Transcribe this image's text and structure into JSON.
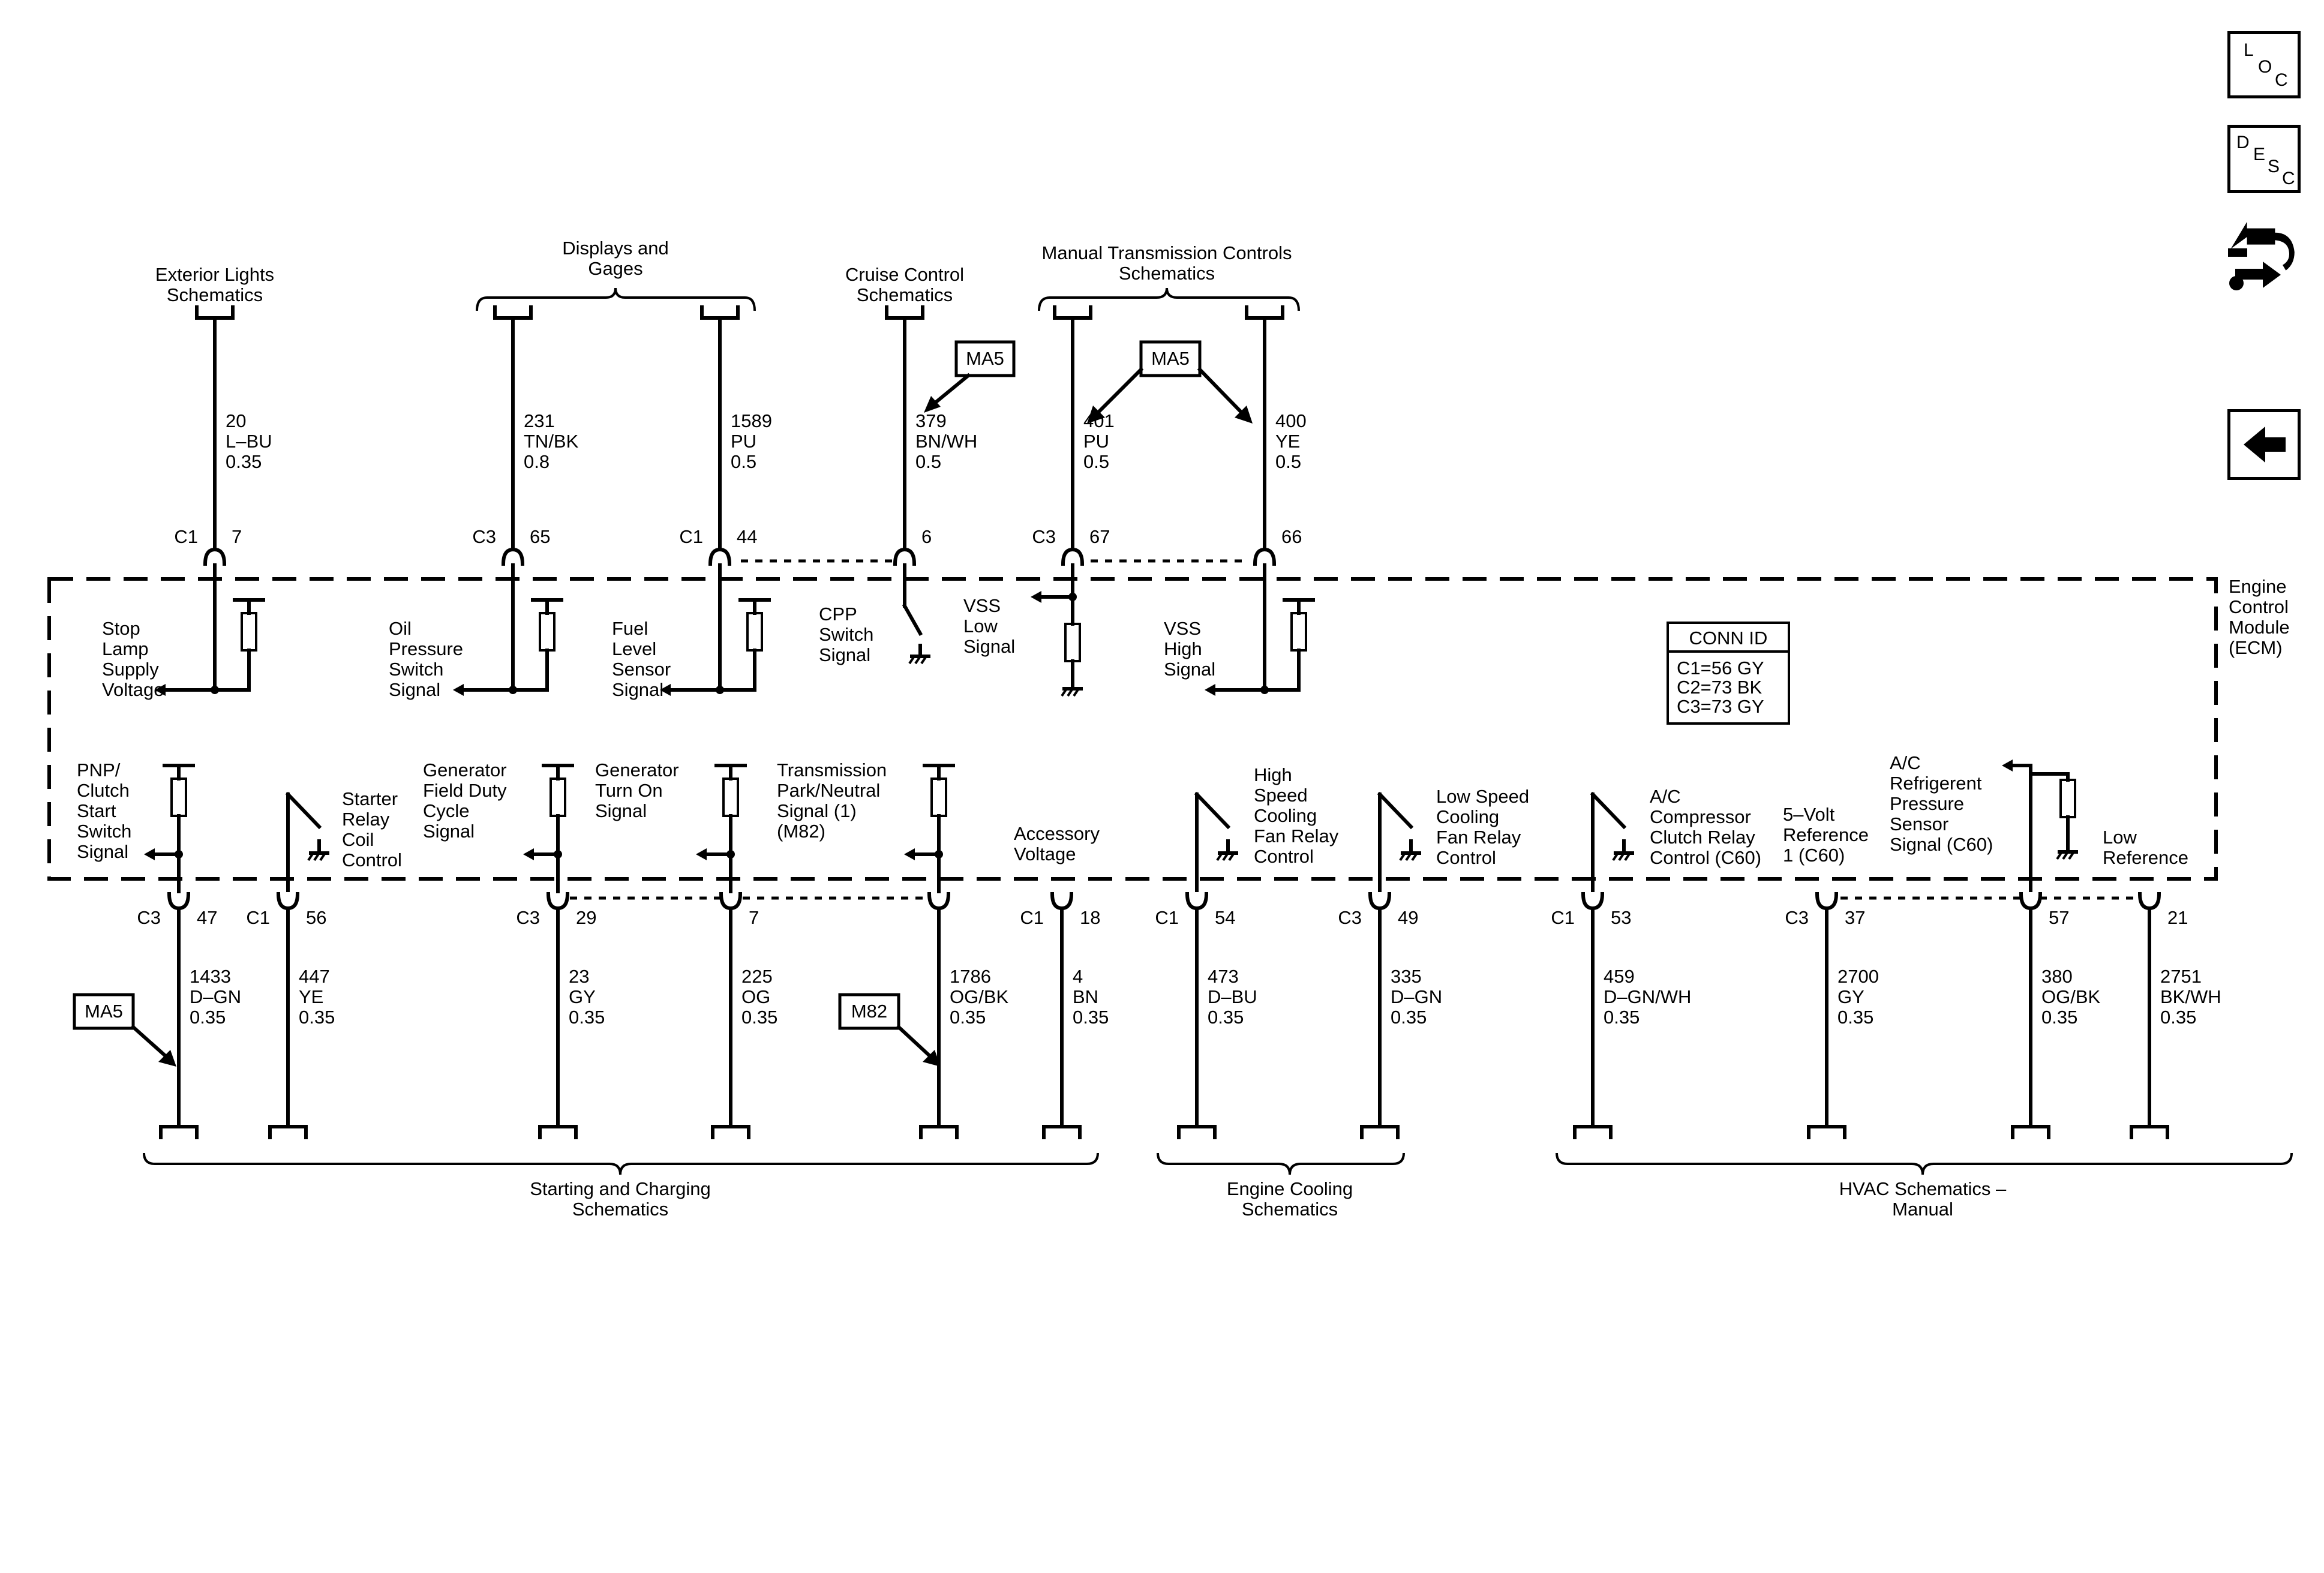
{
  "module": {
    "label": [
      "Engine",
      "Control",
      "Module",
      "(ECM)"
    ]
  },
  "conn_id": {
    "title": "CONN ID",
    "lines": [
      "C1=56 GY",
      "C2=73 BK",
      "C3=73 GY"
    ]
  },
  "side_buttons": {
    "loc": [
      "L",
      "O",
      "C"
    ],
    "desc": [
      "D",
      "E",
      "S",
      "C"
    ]
  },
  "option_tags": {
    "ma5": "MA5",
    "m82": "M82"
  },
  "top_groups": {
    "exterior": [
      "Exterior Lights",
      "Schematics"
    ],
    "displays": [
      "Displays and",
      "Gages"
    ],
    "cruise": [
      "Cruise Control",
      "Schematics"
    ],
    "manual_trans": [
      "Manual Transmission Controls",
      "Schematics"
    ]
  },
  "bottom_groups": {
    "starting": [
      "Starting and Charging",
      "Schematics"
    ],
    "cooling": [
      "Engine Cooling",
      "Schematics"
    ],
    "hvac": [
      "HVAC Schematics –",
      "Manual"
    ]
  },
  "top_circuits": [
    {
      "conn": "C1",
      "pin": "7",
      "wire": [
        "20",
        "L–BU",
        "0.35"
      ],
      "label": [
        "Stop",
        "Lamp",
        "Supply",
        "Voltage"
      ]
    },
    {
      "conn": "C3",
      "pin": "65",
      "wire": [
        "231",
        "TN/BK",
        "0.8"
      ],
      "label": [
        "Oil",
        "Pressure",
        "Switch",
        "Signal"
      ]
    },
    {
      "conn": "C1",
      "pin": "44",
      "wire": [
        "1589",
        "PU",
        "0.5"
      ],
      "label": [
        "Fuel",
        "Level",
        "Sensor",
        "Signal"
      ]
    },
    {
      "conn": "",
      "pin": "6",
      "wire": [
        "379",
        "BN/WH",
        "0.5"
      ],
      "label": [
        "CPP",
        "Switch",
        "Signal"
      ]
    },
    {
      "conn": "C3",
      "pin": "67",
      "wire": [
        "401",
        "PU",
        "0.5"
      ],
      "label": [
        "VSS",
        "Low",
        "Signal"
      ]
    },
    {
      "conn": "",
      "pin": "66",
      "wire": [
        "400",
        "YE",
        "0.5"
      ],
      "label": [
        "VSS",
        "High",
        "Signal"
      ]
    }
  ],
  "bottom_circuits": [
    {
      "conn": "C3",
      "pin": "47",
      "wire": [
        "1433",
        "D–GN",
        "0.35"
      ],
      "label": [
        "PNP/",
        "Clutch",
        "Start",
        "Switch",
        "Signal"
      ]
    },
    {
      "conn": "C1",
      "pin": "56",
      "wire": [
        "447",
        "YE",
        "0.35"
      ],
      "label": [
        "Starter",
        "Relay",
        "Coil",
        "Control"
      ]
    },
    {
      "conn": "C3",
      "pin": "29",
      "wire": [
        "23",
        "GY",
        "0.35"
      ],
      "label": [
        "Generator",
        "Field Duty",
        "Cycle",
        "Signal"
      ]
    },
    {
      "conn": "",
      "pin": "7",
      "wire": [
        "225",
        "OG",
        "0.35"
      ],
      "label": [
        "Generator",
        "Turn On",
        "Signal"
      ]
    },
    {
      "conn": "",
      "pin": "",
      "wire": [
        "1786",
        "OG/BK",
        "0.35"
      ],
      "label": [
        "Transmission",
        "Park/Neutral",
        "Signal (1)",
        "(M82)"
      ]
    },
    {
      "conn": "C1",
      "pin": "18",
      "wire": [
        "4",
        "BN",
        "0.35"
      ],
      "label": [
        "Accessory",
        "Voltage"
      ]
    },
    {
      "conn": "C1",
      "pin": "54",
      "wire": [
        "473",
        "D–BU",
        "0.35"
      ],
      "label": [
        "High",
        "Speed",
        "Cooling",
        "Fan Relay",
        "Control"
      ]
    },
    {
      "conn": "C3",
      "pin": "49",
      "wire": [
        "335",
        "D–GN",
        "0.35"
      ],
      "label": [
        "Low Speed",
        "Cooling",
        "Fan Relay",
        "Control"
      ]
    },
    {
      "conn": "C1",
      "pin": "53",
      "wire": [
        "459",
        "D–GN/WH",
        "0.35"
      ],
      "label": [
        "A/C",
        "Compressor",
        "Clutch Relay",
        "Control (C60)"
      ]
    },
    {
      "conn": "C3",
      "pin": "37",
      "wire": [
        "2700",
        "GY",
        "0.35"
      ],
      "label": [
        "5–Volt",
        "Reference",
        "1 (C60)"
      ]
    },
    {
      "conn": "",
      "pin": "57",
      "wire": [
        "380",
        "OG/BK",
        "0.35"
      ],
      "label": [
        "A/C",
        "Refrigerent",
        "Pressure",
        "Sensor",
        "Signal (C60)"
      ]
    },
    {
      "conn": "",
      "pin": "21",
      "wire": [
        "2751",
        "BK/WH",
        "0.35"
      ],
      "label": [
        "Low",
        "Reference"
      ]
    }
  ]
}
